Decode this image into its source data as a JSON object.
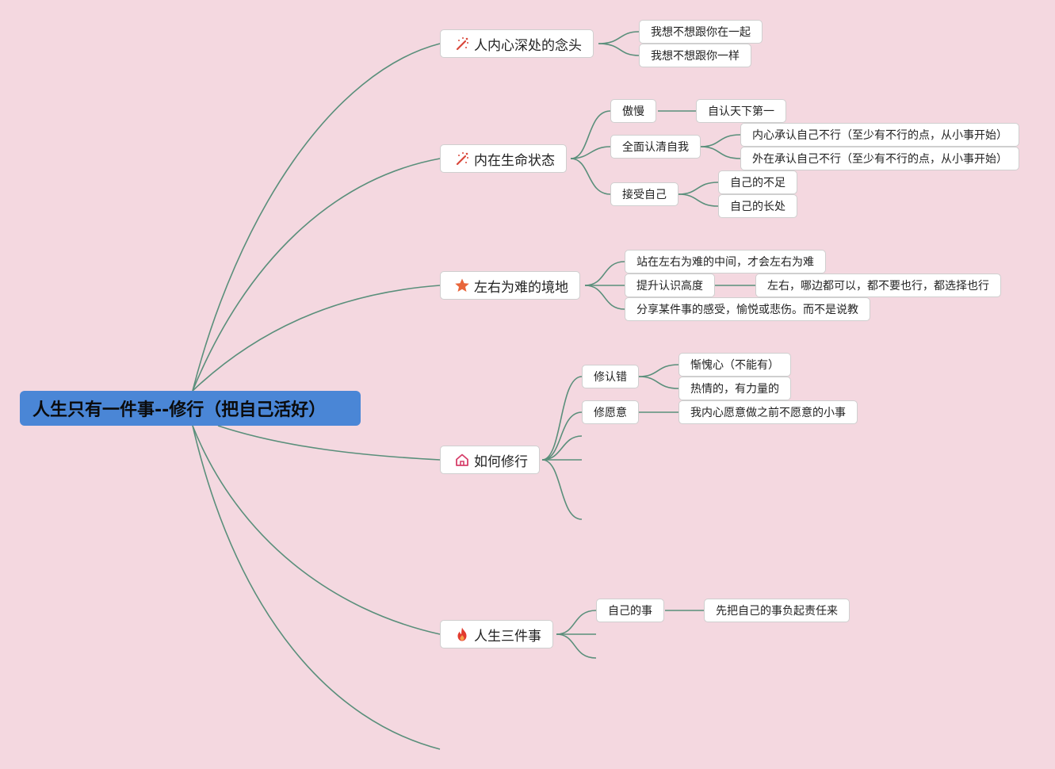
{
  "root": "人生只有一件事--修行（把自己活好）",
  "topics": [
    {
      "label": "人内心深处的念头",
      "icon": "magic-wand-icon",
      "children": [
        {
          "label": "我想不想跟你在一起"
        },
        {
          "label": "我想不想跟你一样"
        }
      ]
    },
    {
      "label": "内在生命状态",
      "icon": "magic-wand-icon",
      "children": [
        {
          "label": "傲慢",
          "children": [
            {
              "label": "自认天下第一"
            }
          ]
        },
        {
          "label": "全面认清自我",
          "children": [
            {
              "label": "内心承认自己不行（至少有不行的点，从小事开始）"
            },
            {
              "label": "外在承认自己不行（至少有不行的点，从小事开始）"
            }
          ]
        },
        {
          "label": "接受自己",
          "children": [
            {
              "label": "自己的不足"
            },
            {
              "label": "自己的长处"
            }
          ]
        }
      ]
    },
    {
      "label": "左右为难的境地",
      "icon": "star-icon",
      "children": [
        {
          "label": "站在左右为难的中间，才会左右为难"
        },
        {
          "label": "提升认识高度",
          "children": [
            {
              "label": "左右，哪边都可以，都不要也行，都选择也行"
            }
          ]
        },
        {
          "label": "分享某件事的感受，愉悦或悲伤。而不是说教"
        }
      ]
    },
    {
      "label": "如何修行",
      "icon": "home-icon",
      "children": [
        {
          "label": "修认错",
          "children": [
            {
              "label": "惭愧心（不能有）"
            },
            {
              "label": "热情的，有力量的"
            }
          ]
        },
        {
          "label": "修愿意",
          "children": [
            {
              "label": "我内心愿意做之前不愿意的小事"
            }
          ]
        }
      ]
    },
    {
      "label": "人生三件事",
      "icon": "fire-icon",
      "children": [
        {
          "label": "自己的事",
          "children": [
            {
              "label": "先把自己的事负起责任来"
            }
          ]
        }
      ]
    }
  ],
  "colors": {
    "background": "#f4d8e0",
    "root_fill": "#4a86d6",
    "connector": "#5a8f7b",
    "icon_red": "#d9473a",
    "icon_orange": "#e8653a"
  }
}
